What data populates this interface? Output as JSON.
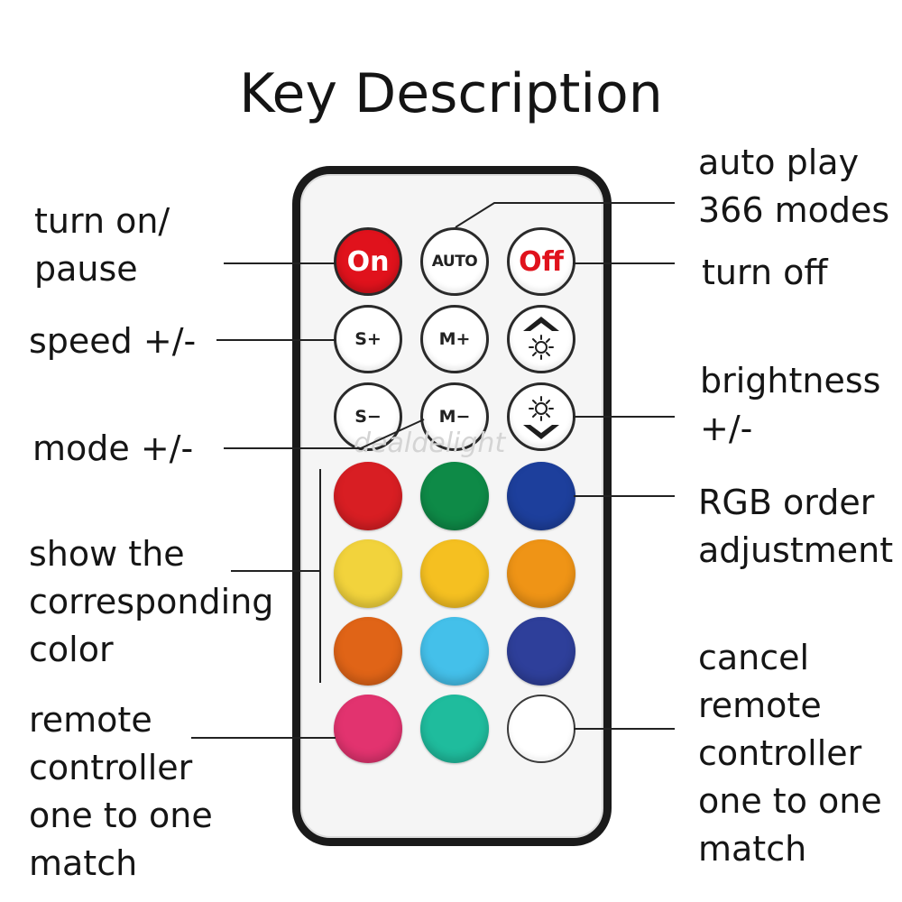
{
  "title": "Key Description",
  "labels": {
    "turn_on_pause": [
      "turn on/",
      "pause"
    ],
    "speed": [
      "speed +/-"
    ],
    "mode": [
      "mode +/-"
    ],
    "show_color": [
      "show the",
      "corresponding",
      "color"
    ],
    "remote_match": [
      "remote",
      "controller",
      "one to one",
      "match"
    ],
    "auto_play": [
      "auto play",
      "366 modes"
    ],
    "turn_off": [
      "turn off"
    ],
    "brightness": [
      "brightness",
      "+/-"
    ],
    "rgb_order": [
      "RGB order",
      "adjustment"
    ],
    "cancel_match": [
      "cancel",
      "remote",
      "controller",
      "one to one",
      "match"
    ]
  },
  "buttons": {
    "on": "On",
    "auto": "AUTO",
    "off": "Off",
    "speed_up": "S+",
    "mode_up": "M+",
    "speed_down": "S−",
    "mode_down": "M−"
  },
  "watermark": "dealdelight",
  "colors": {
    "on_button": "#e0121c",
    "off_text": "#e0121c",
    "row1": [
      "#d81e23",
      "#0e8a47",
      "#1d3f9c"
    ],
    "row2": [
      "#f2d33c",
      "#f5c021",
      "#ef9416"
    ],
    "row3": [
      "#e06417",
      "#44c0ea",
      "#2e3f9a"
    ],
    "row4": [
      "#e2336f",
      "#1fbc9d",
      "#ffffff"
    ]
  }
}
